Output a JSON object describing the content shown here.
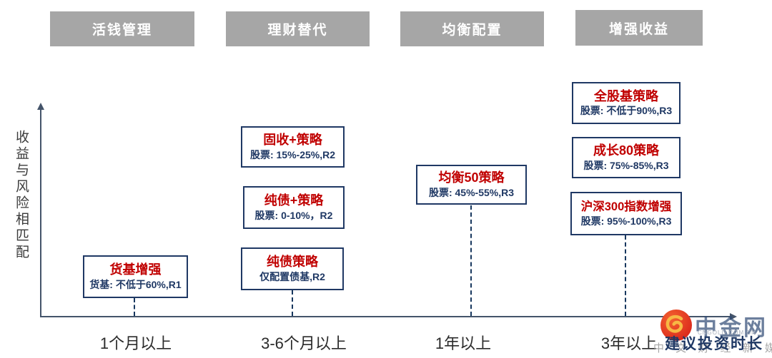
{
  "headers": [
    {
      "label": "活钱管理"
    },
    {
      "label": "理财替代"
    },
    {
      "label": "均衡配置"
    },
    {
      "label": "增强收益"
    }
  ],
  "boxes": [
    {
      "title": "货基增强",
      "subtitle": "货基: 不低于60%,R1",
      "column": "活钱管理"
    },
    {
      "title": "固收+策略",
      "subtitle": "股票: 15%-25%,R2",
      "column": "理财替代"
    },
    {
      "title": "纯债+策略",
      "subtitle": "股票: 0-10%，R2",
      "column": "理财替代"
    },
    {
      "title": "纯债策略",
      "subtitle": "仅配置债基,R2",
      "column": "理财替代"
    },
    {
      "title": "均衡50策略",
      "subtitle": "股票: 45%-55%,R3",
      "column": "均衡配置"
    },
    {
      "title": "全股基策略",
      "subtitle": "股票: 不低于90%,R3",
      "column": "增强收益"
    },
    {
      "title": "成长80策略",
      "subtitle": "股票: 75%-85%,R3",
      "column": "增强收益"
    },
    {
      "title": "沪深300指数增强",
      "subtitle": "股票: 95%-100%,R3",
      "column": "增强收益"
    }
  ],
  "axis": {
    "y_label": "收益与风险相匹配",
    "x_title": "建议投资时长",
    "x_ticks": [
      "1个月以上",
      "3-6个月以上",
      "1年以上",
      "3年以上"
    ]
  },
  "watermark": {
    "brand": "中金网",
    "domain": "CNGOLD.COM.CN",
    "tagline": "中 文 财 经 新 媒 体"
  },
  "colors": {
    "header_bg": "#a6a6a6",
    "box_border": "#1f3864",
    "title_red": "#c00000",
    "subtitle_navy": "#1f3864",
    "axis": "#44546a",
    "logo_red": "#e03a21",
    "logo_gold": "#f7b844"
  }
}
